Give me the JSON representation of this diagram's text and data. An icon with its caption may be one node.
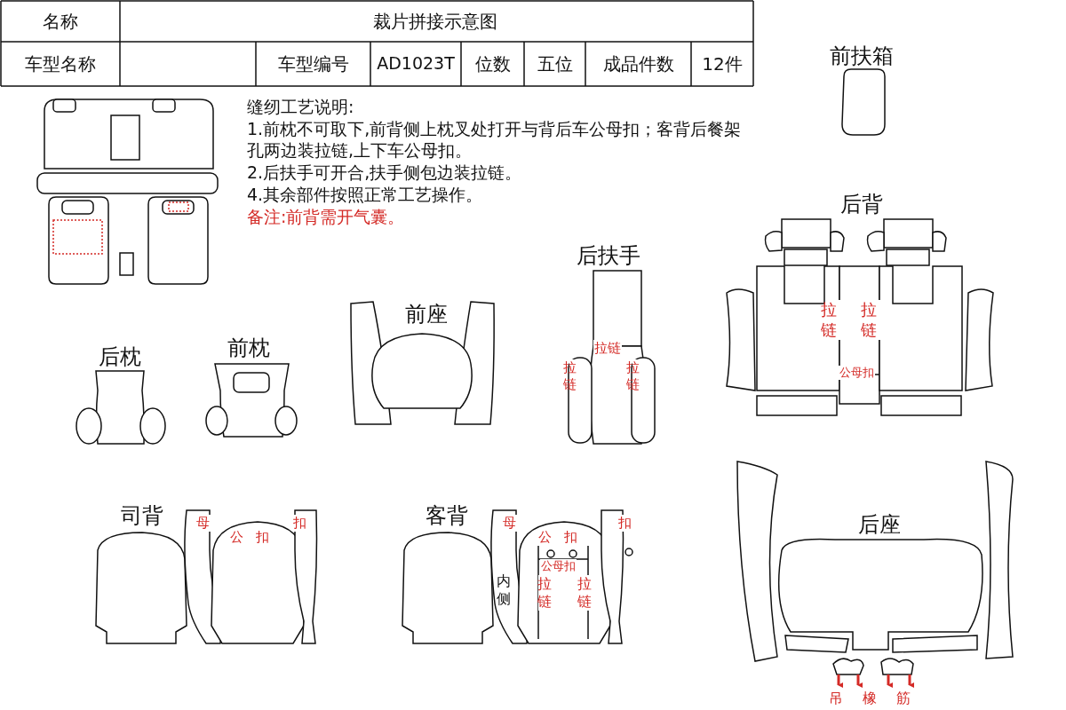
{
  "diagram": {
    "title": "裁片拼接示意图",
    "labels": [
      "名称",
      "车型名称",
      "车型编号",
      "AD1023T",
      "位数",
      "五位",
      "成品件数",
      "12件",
      "前扶箱",
      "缝纫工艺说明:",
      "1.前枕不可取下,前背侧上枕叉处打开与背后车公母扣；客背后餐架孔两边装拉链,上下车公母扣。",
      "2.后扶手可开合,扶手侧包边装拉链。",
      "4.其余部件按照正常工艺操作。",
      "备注:前背需开气囊。",
      "后背",
      "后扶手",
      "前座",
      "后枕",
      "前枕",
      "拉链",
      "拉链",
      "拉链",
      "拉链",
      "拉链",
      "公母扣",
      "司背",
      "母",
      "公扣",
      "扣",
      "客背",
      "母",
      "公扣",
      "扣",
      "公母扣",
      "内侧",
      "拉链",
      "拉链",
      "后座",
      "吊橡筋"
    ]
  }
}
